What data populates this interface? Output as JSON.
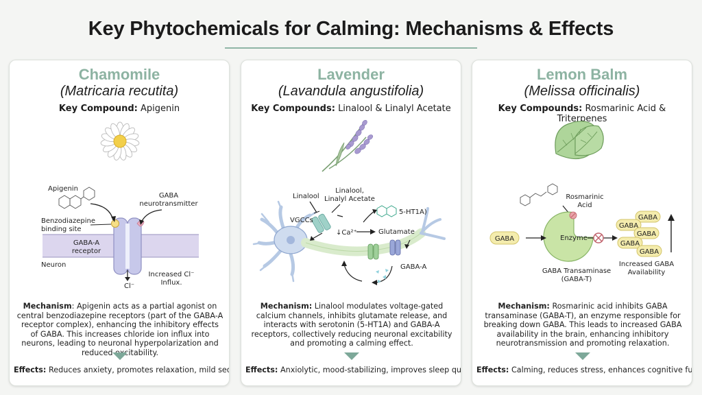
{
  "title": "Key Phytochemicals for Calming: Mechanisms & Effects",
  "cards": [
    {
      "name": "Chamomile",
      "latin": "(Matricaria recutita)",
      "compound_label": "Key Compound:",
      "compound_value": "Apigenin",
      "diagram": {
        "apigenin": "Apigenin",
        "gaba_nt_1": "GABA",
        "gaba_nt_2": "neurotransmitter",
        "binding_1": "Benzodiazepine",
        "binding_2": "binding site",
        "receptor_1": "GABA-A",
        "receptor_2": "receptor",
        "neuron": "Neuron",
        "cl": "Cl⁻",
        "influx_1": "Increased Cl⁻",
        "influx_2": "Influx."
      },
      "mechanism_label": "Mechanism",
      "mechanism_text": ": Apigenin acts as a partial agonist on central benzodiazepine receptors (part of the GABA-A receptor complex), enhancing the inhibitory effects of GABA. This increases chloride ion influx into neurons, leading to neuronal hyperpolarization and reduced excitability.",
      "effects_label": "Effects:",
      "effects_text": "Reduces anxiety, promotes relaxation, mild sedative."
    },
    {
      "name": "Lavender",
      "latin": "(Lavandula angustifolia)",
      "compound_label": "Key Compounds:",
      "compound_value": "Linalool & Linalyl Acetate",
      "diagram": {
        "linalool": "Linalool",
        "linalool2_1": "Linalool,",
        "linalool2_2": "Linalyl Acetate",
        "vgccs": "VGCCs",
        "ca": "↓Ca²⁺",
        "ht1a": "5-HT1A)",
        "glutamate": "Glutamate",
        "gaba_a": "GABA-A"
      },
      "mechanism_label": "Mechanism:",
      "mechanism_text": " Linalool modulates voltage-gated calcium channels, inhibits glutamate release, and interacts with serotonin (5-HT1A) and GABA-A receptors, collectively reducing neuronal excitability and promoting a calming effect.",
      "effects_label": "Effects:",
      "effects_text": "Anxiolytic, mood-stabilizing, improves sleep quality."
    },
    {
      "name": "Lemon Balm",
      "latin": "(Melissa officinalis)",
      "compound_label": "Key Compounds:",
      "compound_value": "Rosmarinic Acid & Triterpenes",
      "diagram": {
        "ros_1": "Rosmarinic",
        "ros_2": "Acid",
        "gaba": "GABA",
        "enzyme": "Enzyme",
        "gabat_1": "GABA Transaminase",
        "gabat_2": "(GABA-T)",
        "avail_1": "Increased GABA",
        "avail_2": "Availability"
      },
      "mechanism_label": "Mechanism:",
      "mechanism_text": " Rosmarinic acid inhibits GABA transaminase (GABA-T), an enzyme responsible for breaking down GABA. This leads to increased GABA availability in the brain, enhancing inhibitory neurotransmission and promoting relaxation.",
      "effects_label": "Effects:",
      "effects_text": "Calming, reduces stress, enhances cognitive function."
    }
  ],
  "colors": {
    "accent": "#8db3a2",
    "arrow": "#7da899",
    "membrane": "#dcd6ee",
    "receptor": "#c7c8ea",
    "enzyme": "#c9e4a6",
    "gaba_pill": "#f4ecad",
    "lavender": "#a89ad0"
  },
  "icons": [
    "chamomile-flower-icon",
    "lavender-sprig-icon",
    "lemon-balm-leaf-icon"
  ]
}
